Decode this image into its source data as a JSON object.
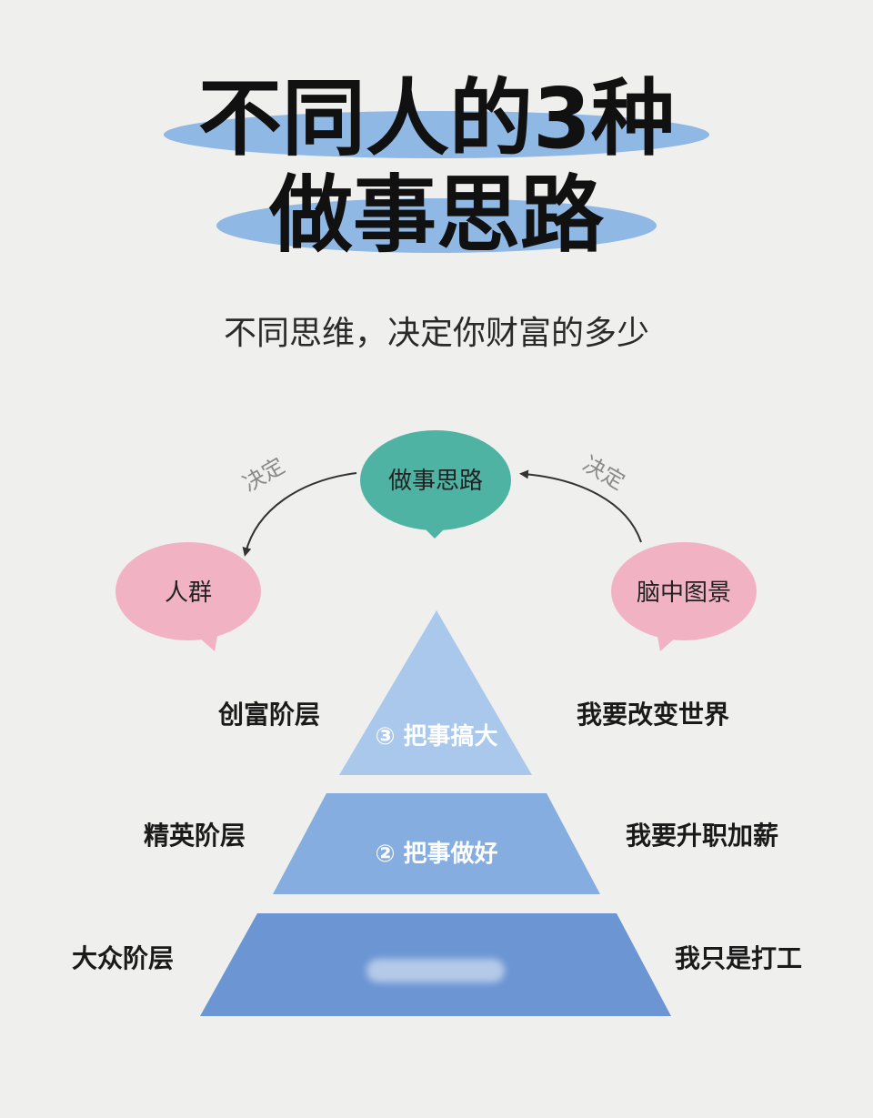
{
  "title": {
    "line1": "不同人的3种",
    "line2": "做事思路"
  },
  "subtitle": "不同思维，决定你财富的多少",
  "cycle": {
    "center_bubble": "做事思路",
    "left_bubble": "人群",
    "right_bubble": "脑中图景",
    "left_arrow_label": "决定",
    "right_arrow_label": "决定"
  },
  "pyramid": {
    "tiers": [
      {
        "label": "③ 把事搞大",
        "group": "创富阶层",
        "mindset": "我要改变世界"
      },
      {
        "label": "② 把事做好",
        "group": "精英阶层",
        "mindset": "我要升职加薪"
      },
      {
        "label": "",
        "group": "大众阶层",
        "mindset": "我只是打工"
      }
    ]
  },
  "colors": {
    "background": "#efefed",
    "title_ellipse": "#8fb8e4",
    "center_bubble": "#4fb3a3",
    "side_bubble": "#f1b3c4",
    "tier_top": "#a9c8ec",
    "tier_middle": "#85ade0",
    "tier_bottom": "#6b95d3"
  }
}
